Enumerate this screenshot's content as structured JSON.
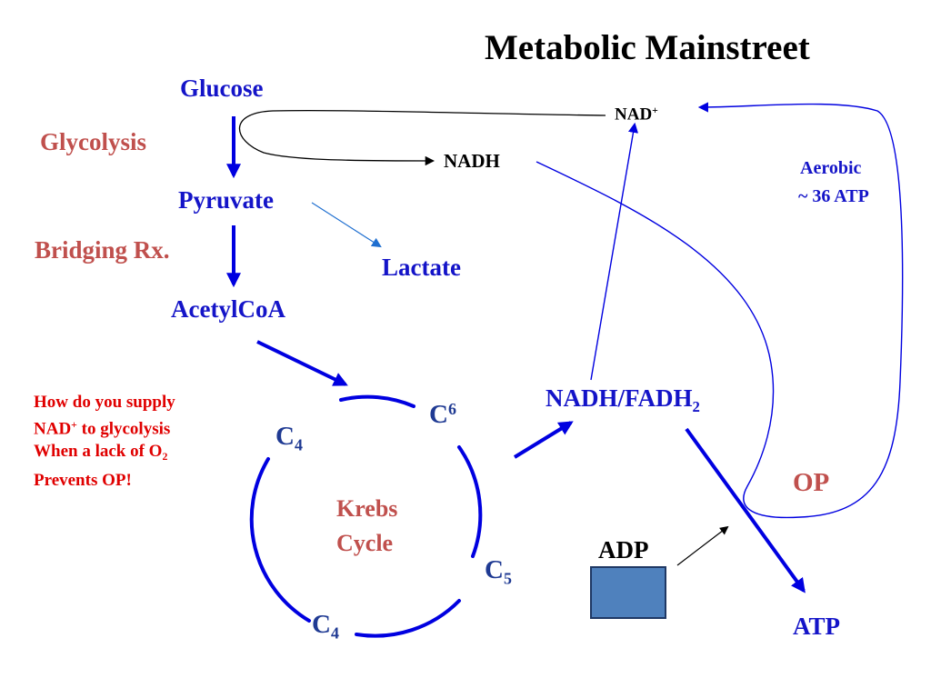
{
  "title": "Metabolic Mainstreet",
  "labels": {
    "glucose": "Glucose",
    "glycolysis": "Glycolysis",
    "pyruvate": "Pyruvate",
    "bridging": "Bridging Rx.",
    "lactate": "Lactate",
    "acetylcoa": "AcetylCoA",
    "nad_base": "NAD",
    "nad_sup": "+",
    "nadh": "NADH",
    "aerobic_line1": "Aerobic",
    "aerobic_line2": "~ 36 ATP",
    "nadh_fadh_a": "NADH/FADH",
    "nadh_fadh_sub": "2",
    "op": "OP",
    "adp": "ADP",
    "atp": "ATP",
    "krebs_line1": "Krebs",
    "krebs_line2": "Cycle",
    "c6": "C",
    "c6_sub": "6",
    "c4_top": "C",
    "c4_top_sub": "4",
    "c5": "C",
    "c5_sub": "5",
    "c4_bottom": "C",
    "c4_bottom_sub": "4"
  },
  "question": {
    "line1": "How do you supply",
    "line2_a": "NAD",
    "line2_sup": "+",
    "line2_b": " to glycolysis",
    "line3_a": "When a lack of O",
    "line3_sub": "2",
    "line4": "Prevents OP!"
  },
  "colors": {
    "blue_text": "#1414c8",
    "red_text": "#c0504d",
    "question_text": "#e00000",
    "adp_box": "#4f81bd",
    "arrow_blue": "#0000e0"
  }
}
